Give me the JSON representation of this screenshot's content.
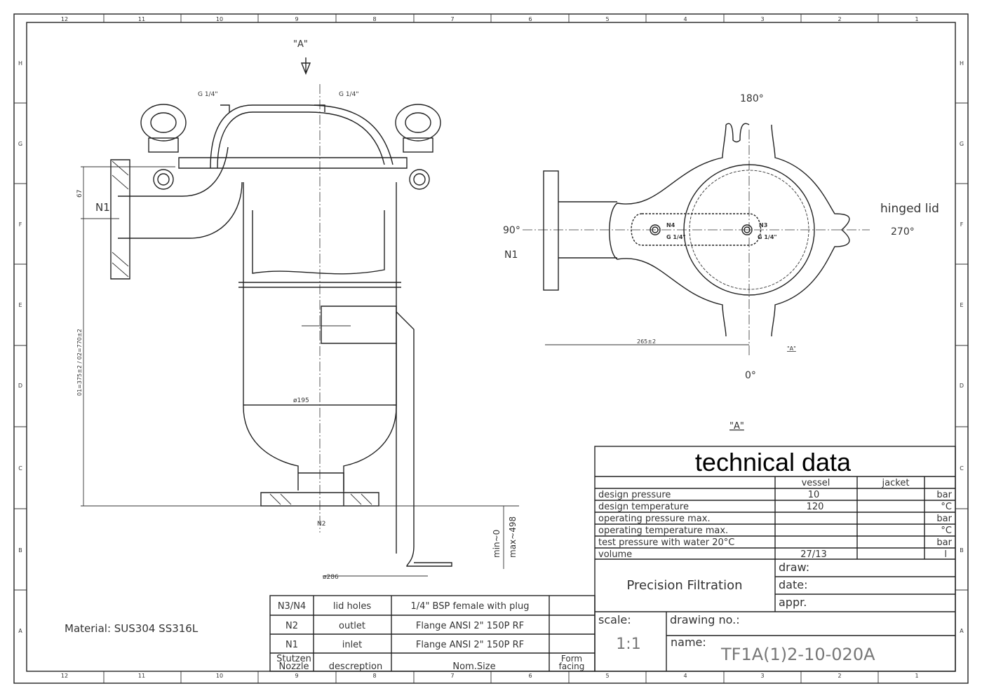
{
  "frame": {
    "columns": [
      "12",
      "11",
      "10",
      "9",
      "8",
      "7",
      "6",
      "5",
      "4",
      "3",
      "2",
      "1"
    ],
    "rows": [
      "H",
      "G",
      "F",
      "E",
      "D",
      "C",
      "B",
      "A"
    ]
  },
  "side_view": {
    "view_marker": "\"A\"",
    "thread_left": "G 1/4\"",
    "thread_right": "G 1/4\"",
    "inlet_label": "N1",
    "outlet_label": "N2",
    "dim_67": "67",
    "dim_height": "01=375±2 / 02=770±2",
    "dim_d195": "ø195",
    "dim_d286": "ø286",
    "dim_min": "min~0",
    "dim_max": "max~498"
  },
  "top_view": {
    "angle_180": "180°",
    "angle_90": "90°",
    "angle_270": "270°",
    "angle_0": "0°",
    "inlet_label": "N1",
    "hinged_lid": "hinged lid",
    "n4_label": "N4",
    "n4_thread": "G 1/4\"",
    "n3_label": "N3",
    "n3_thread": "G 1/4\"",
    "dim_265": "265±2",
    "view_marker": "\"A\"",
    "view_title": "\"A\""
  },
  "material": "Material: SUS304 SS316L",
  "nozzle_table": {
    "rows": [
      {
        "nozzle": "N3/N4",
        "description": "lid holes",
        "size": "1/4\" BSP female with plug",
        "facing": ""
      },
      {
        "nozzle": "N2",
        "description": "outlet",
        "size": "Flange ANSI 2\" 150P RF",
        "facing": ""
      },
      {
        "nozzle": "N1",
        "description": "inlet",
        "size": "Flange ANSI 2\" 150P RF",
        "facing": ""
      }
    ],
    "header": {
      "nozzle_de": "Stutzen",
      "nozzle_en": "Nozzle",
      "description": "descreption",
      "size": "Nom.Size",
      "facing_1": "Form",
      "facing_2": "facing"
    }
  },
  "technical_data": {
    "title": "technical data",
    "col_vessel": "vessel",
    "col_jacket": "jacket",
    "rows": [
      {
        "label": "design pressure",
        "vessel": "10",
        "jacket": "",
        "unit": "bar"
      },
      {
        "label": "design temperature",
        "vessel": "120",
        "jacket": "",
        "unit": "°C"
      },
      {
        "label": "operating pressure max.",
        "vessel": "",
        "jacket": "",
        "unit": "bar"
      },
      {
        "label": "operating temperature max.",
        "vessel": "",
        "jacket": "",
        "unit": "°C"
      },
      {
        "label": "test pressure with water 20°C",
        "vessel": "",
        "jacket": "",
        "unit": "bar"
      },
      {
        "label": "volume",
        "vessel": "27/13",
        "jacket": "",
        "unit": "l"
      }
    ],
    "company": "Precision Filtration",
    "draw_label": "draw:",
    "date_label": "date:",
    "appr_label": "appr.",
    "scale_label": "scale:",
    "scale_value": "1:1",
    "drawing_no_label": "drawing no.:",
    "name_label": "name:",
    "name_value": "TF1A(1)2-10-020A"
  }
}
